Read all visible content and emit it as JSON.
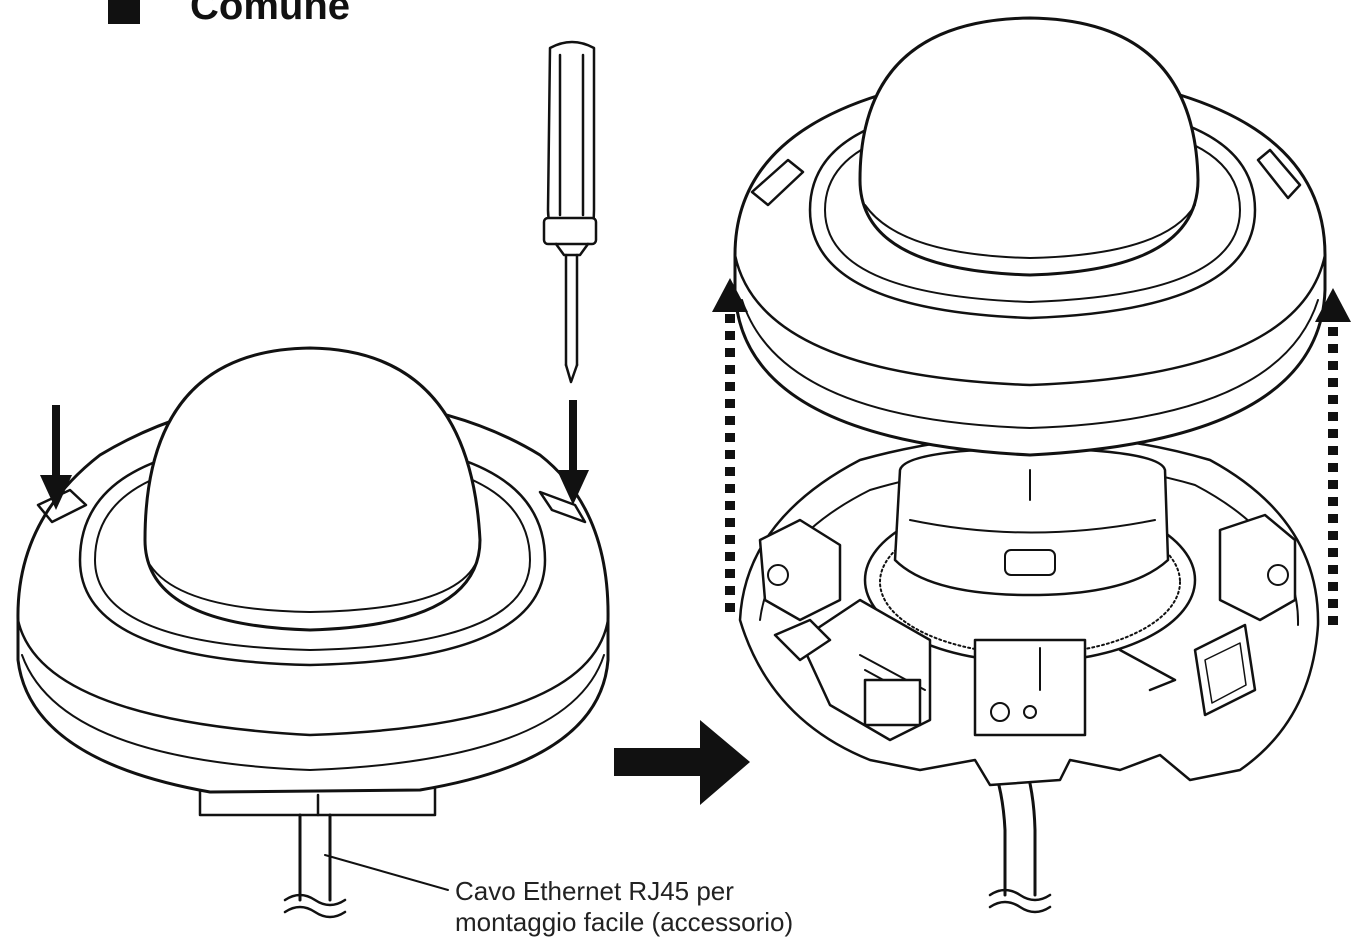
{
  "heading": {
    "text": "Comune",
    "bullet_icon": "square-bullet-icon"
  },
  "callout": {
    "line1": "Cavo Ethernet RJ45 per",
    "line2": "montaggio facile (accessorio)"
  },
  "icons": {
    "screwdriver": "screwdriver-icon",
    "arrow_down": "arrow-down-icon",
    "arrow_right": "arrow-right-icon",
    "dotted_arrow_up": "dotted-arrow-up-icon"
  },
  "colors": {
    "line": "#111111",
    "dome_fill": "#ffffff",
    "arrow": "#111111"
  }
}
